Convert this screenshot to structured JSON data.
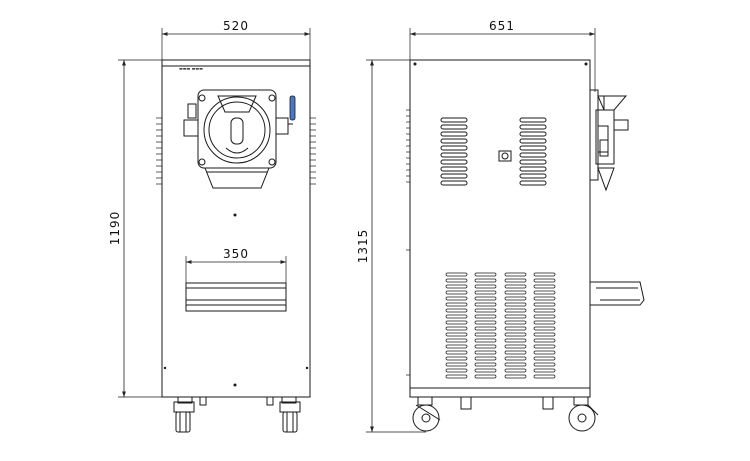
{
  "dimensions": {
    "front_width": "520",
    "front_height": "1190",
    "front_door_width": "350",
    "side_depth": "651",
    "side_height": "1315"
  },
  "colors": {
    "line": "#1a1a1a",
    "handle_accent": "#4a78c8",
    "background": "#ffffff"
  }
}
